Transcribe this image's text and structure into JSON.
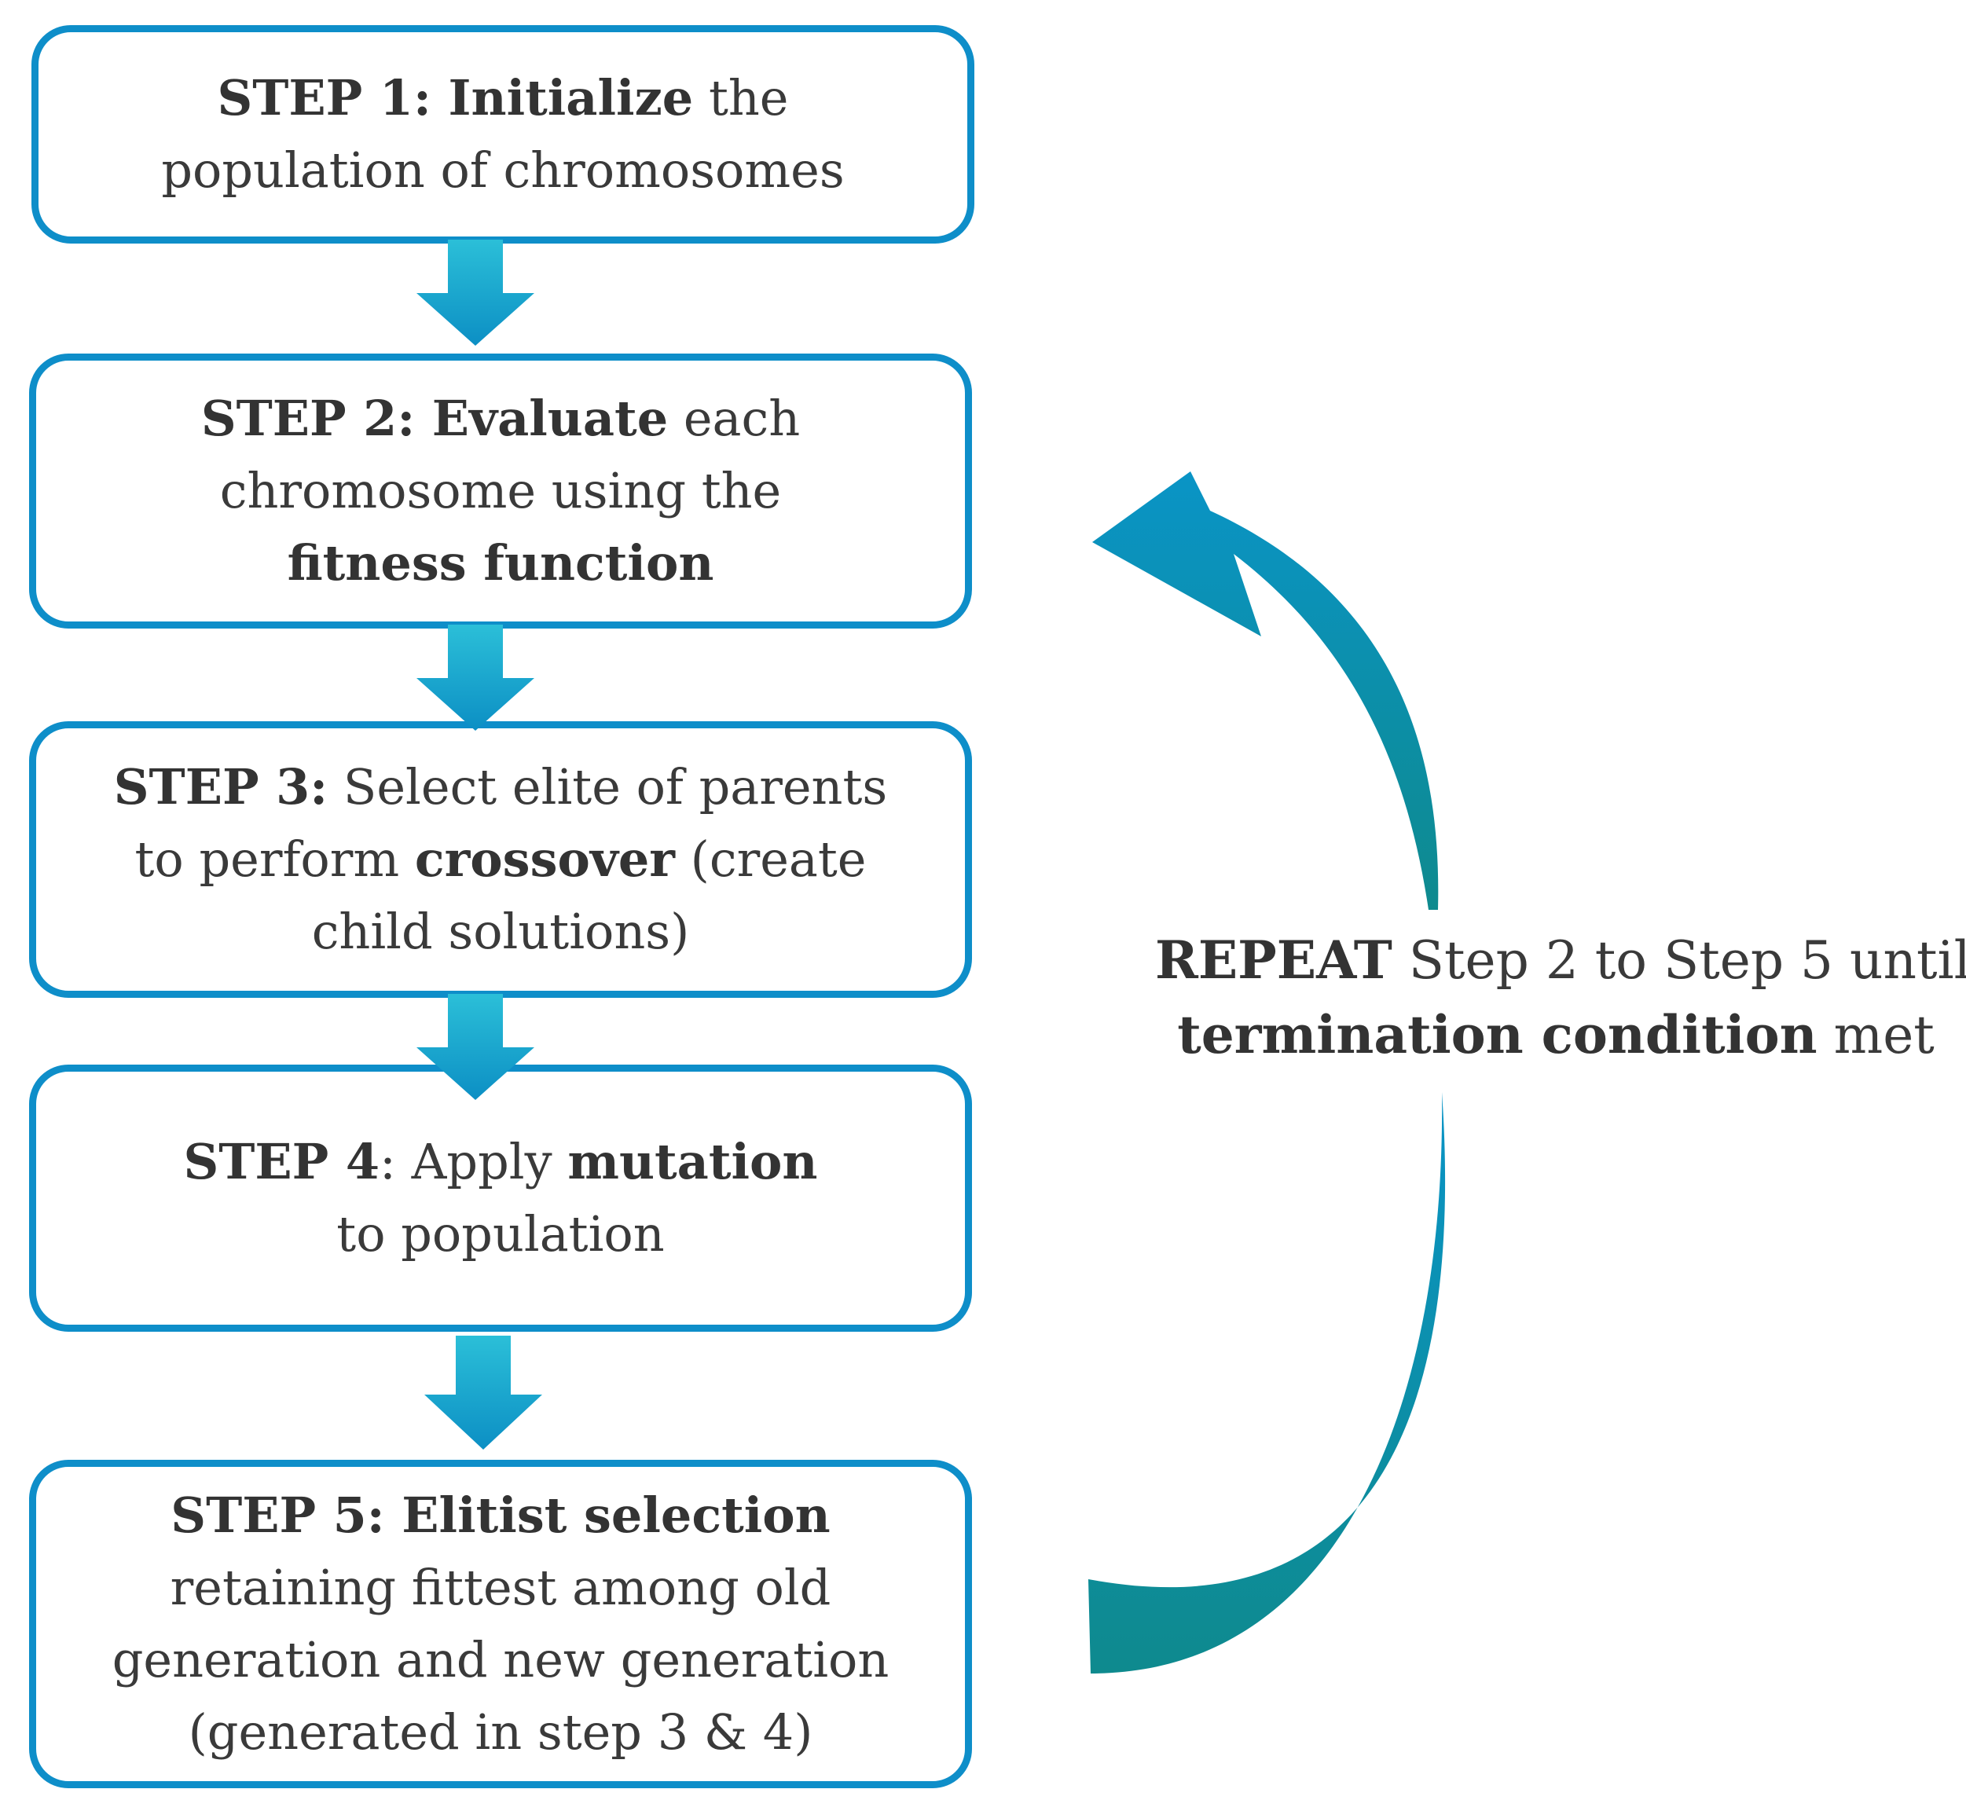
{
  "steps": [
    {
      "lines": [
        [
          {
            "t": "STEP 1: Initialize",
            "b": true
          },
          {
            "t": " the",
            "b": false
          }
        ],
        [
          {
            "t": "population of chromosomes",
            "b": false
          }
        ]
      ]
    },
    {
      "lines": [
        [
          {
            "t": "STEP 2: Evaluate",
            "b": true
          },
          {
            "t": " each",
            "b": false
          }
        ],
        [
          {
            "t": "chromosome using the",
            "b": false
          }
        ],
        [
          {
            "t": "fitness function",
            "b": true
          }
        ]
      ]
    },
    {
      "lines": [
        [
          {
            "t": "STEP 3:",
            "b": true
          },
          {
            "t": " Select elite of parents",
            "b": false
          }
        ],
        [
          {
            "t": "to perform ",
            "b": false
          },
          {
            "t": "crossover",
            "b": true
          },
          {
            "t": " (create",
            "b": false
          }
        ],
        [
          {
            "t": "child solutions)",
            "b": false
          }
        ]
      ]
    },
    {
      "lines": [
        [
          {
            "t": "STEP 4",
            "b": true
          },
          {
            "t": ": Apply ",
            "b": false
          },
          {
            "t": "mutation",
            "b": true
          }
        ],
        [
          {
            "t": "to population",
            "b": false
          }
        ]
      ]
    },
    {
      "lines": [
        [
          {
            "t": "STEP 5: Elitist selection",
            "b": true
          }
        ],
        [
          {
            "t": "retaining fittest among old",
            "b": false
          }
        ],
        [
          {
            "t": "generation and new generation",
            "b": false
          }
        ],
        [
          {
            "t": "(generated in step 3 & 4)",
            "b": false
          }
        ]
      ]
    }
  ],
  "repeat_note": {
    "lines": [
      [
        {
          "t": "REPEAT",
          "b": true
        },
        {
          "t": " Step 2 to Step 5 until",
          "b": false
        }
      ],
      [
        {
          "t": "termination condition",
          "b": true
        },
        {
          "t": " met",
          "b": false
        }
      ]
    ]
  },
  "colors": {
    "box_border": "#0e8ec9",
    "arrow_top": "#2bbfd8",
    "arrow_bottom": "#0c8fc4",
    "cycle_top": "#0a94c6",
    "cycle_bottom": "#0e8a8e"
  }
}
